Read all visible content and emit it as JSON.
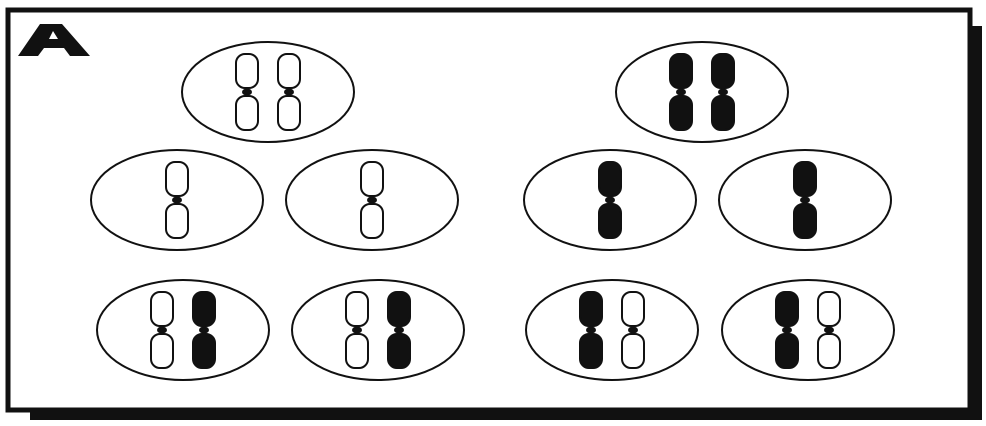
{
  "panel": {
    "label": "A"
  },
  "colors": {
    "ink": "#111111",
    "background": "#ffffff",
    "shadow": "#111111"
  },
  "diagram": {
    "description_free": true,
    "groups": [
      {
        "id": "left",
        "top": {
          "fill": [
            "white",
            "white"
          ]
        },
        "middle": [
          {
            "fill": [
              "white"
            ]
          },
          {
            "fill": [
              "white"
            ]
          }
        ],
        "bottom": [
          {
            "fill": [
              "white",
              "black"
            ]
          },
          {
            "fill": [
              "white",
              "black"
            ]
          }
        ]
      },
      {
        "id": "right",
        "top": {
          "fill": [
            "black",
            "black"
          ]
        },
        "middle": [
          {
            "fill": [
              "black"
            ]
          },
          {
            "fill": [
              "black"
            ]
          }
        ],
        "bottom": [
          {
            "fill": [
              "black",
              "white"
            ]
          },
          {
            "fill": [
              "black",
              "white"
            ]
          }
        ]
      }
    ]
  }
}
